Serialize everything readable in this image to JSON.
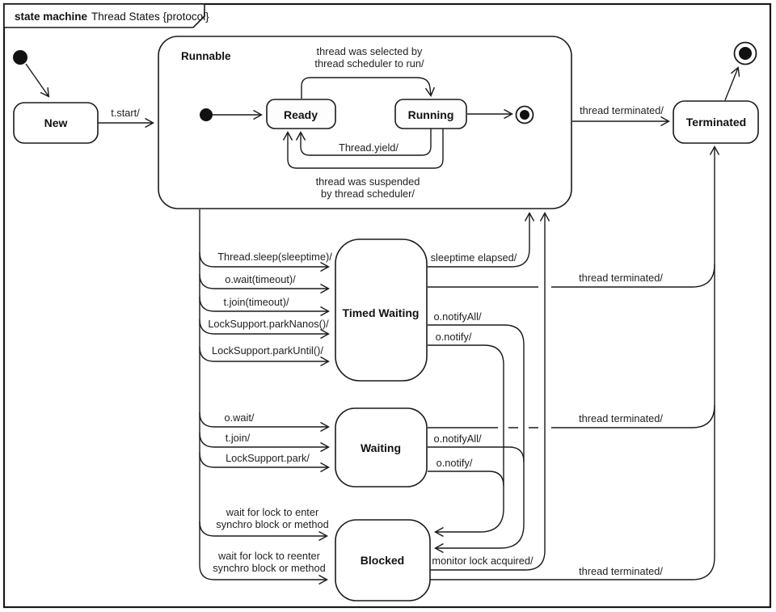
{
  "frame": {
    "keyword": "state machine",
    "title": "Thread States {protocol}"
  },
  "colors": {
    "line": "#1a1a1a",
    "substate_label": "#35587a",
    "state_fill": "#ffffff",
    "background": "#ffffff"
  },
  "states": {
    "new": "New",
    "runnable": "Runnable",
    "ready": "Ready",
    "running": "Running",
    "terminated": "Terminated",
    "timed_waiting": "Timed Waiting",
    "waiting": "Waiting",
    "blocked": "Blocked"
  },
  "transitions": {
    "t_start": "t.start/",
    "selected_line1": "thread was selected by",
    "selected_line2": "thread scheduler to run/",
    "yield": "Thread.yield/",
    "suspended_line1": "thread was suspended",
    "suspended_line2": "by thread scheduler/",
    "terminated_from_runnable": "thread terminated/",
    "sleep": "Thread.sleep(sleeptime)/",
    "wait_timeout": "o.wait(timeout)/",
    "join_timeout": "t.join(timeout)/",
    "park_nanos": "LockSupport.parkNanos()/",
    "park_until": "LockSupport.parkUntil()/",
    "sleeptime_elapsed": "sleeptime elapsed/",
    "terminated_from_timed_waiting": "thread terminated/",
    "notify_all_from_timed_waiting": "o.notifyAll/",
    "notify_from_timed_waiting": "o.notify/",
    "o_wait": "o.wait/",
    "t_join": "t.join/",
    "park": "LockSupport.park/",
    "terminated_from_waiting": "thread terminated/",
    "notify_all_from_waiting": "o.notifyAll/",
    "notify_from_waiting": "o.notify/",
    "enter_line1": "wait for lock to enter",
    "enter_line2": "synchro block or method",
    "reenter_line1": "wait for lock to reenter",
    "reenter_line2": "synchro block or method",
    "monitor_acquired": "monitor lock acquired/",
    "terminated_from_blocked": "thread terminated/"
  }
}
